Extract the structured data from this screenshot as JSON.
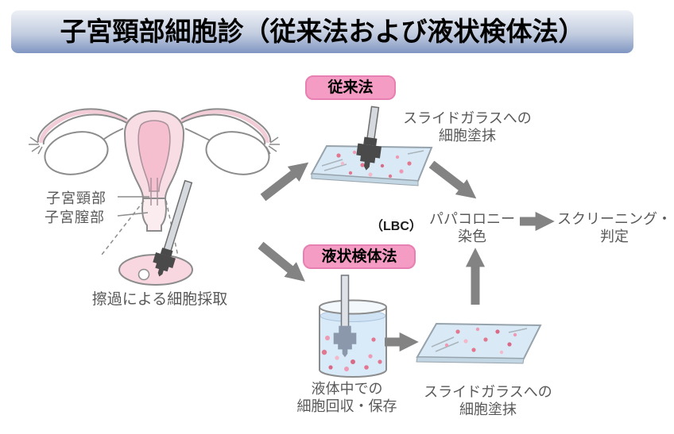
{
  "title": "子宮頸部細胞診（従来法および液状検体法）",
  "anatomy": {
    "label_cervix": "子宮頸部",
    "label_vaginal": "子宮膣部",
    "caption": "擦過による細胞採取"
  },
  "conventional": {
    "badge": "従来法",
    "smear_caption_line1": "スライドガラスへの",
    "smear_caption_line2": "細胞塗抹"
  },
  "lbc": {
    "badge": "液状検体法",
    "abbr": "（LBC）",
    "container_caption_line1": "液体中での",
    "container_caption_line2": "細胞回収・保存",
    "smear_caption_line1": "スライドガラスへの",
    "smear_caption_line2": "細胞塗抹"
  },
  "staining": {
    "line1": "パパコロニー",
    "line2": "染色"
  },
  "screening": {
    "line1": "スクリーニング・",
    "line2": "判定"
  },
  "colors": {
    "badge_pink": "#f49cc3",
    "badge_border": "#e87fb2",
    "arrow_gray": "#838383",
    "text_gray": "#595959",
    "banner_top": "#eef1f6",
    "banner_mid": "#c3cde0",
    "banner_bottom": "#8096c2",
    "slide_blue": "#d9eaf6",
    "liquid_blue": "#d9eaf8",
    "cell_pink": "#e2778f",
    "uterus_pink": "#f8dde5",
    "cavity_pink": "#f5bfcf"
  }
}
